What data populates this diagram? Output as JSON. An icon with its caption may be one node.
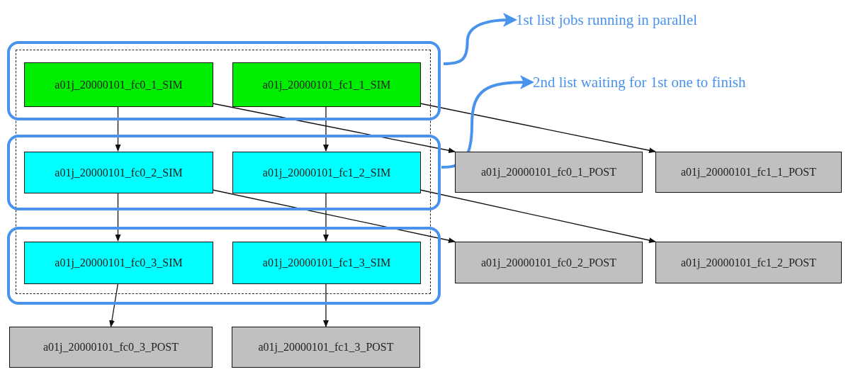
{
  "diagram": {
    "nodes": [
      {
        "text": [],
        "shape": "box"
      },
      {
        "text": [
          "a01j_20000101_fc0_1_SIM"
        ],
        "in": 0
      },
      {
        "text": [
          "a01j_20000101_fc1_1_SIM"
        ],
        "in": 0
      },
      {
        "text": [
          "a01j_20000101_fc0_2_SIM"
        ],
        "in": 0
      },
      {
        "text": [
          "a01j_20000101_fc1_2_SIM"
        ],
        "in": 0
      },
      {
        "text": [
          "a01j_20000101_fc0_3_SIM"
        ],
        "in": 0
      },
      {
        "text": [
          "a01j_20000101_fc1_3_SIM"
        ],
        "in": 0
      },
      {
        "text": [
          "1st list jobs running in parallel"
        ]
      },
      {
        "text": [
          "2nd list waiting for 1st one to finish"
        ]
      },
      {
        "text": [
          "a01j_20000101_fc0_1_POST"
        ]
      },
      {
        "text": [
          "a01j_20000101_fc1_1_POST"
        ]
      },
      {
        "text": [
          "a01j_20000101_fc0_2_POST"
        ]
      },
      {
        "text": [
          "a01j_20000101_fc1_2_POST"
        ]
      },
      {
        "text": [
          "a01j_20000101_fc0_3_POST"
        ]
      },
      {
        "text": [
          "a01j_20000101_fc1_3_POST"
        ]
      }
    ],
    "edges": [
      {
        "from": 1,
        "to": 3,
        "arrow": "to"
      },
      {
        "from": 2,
        "to": 4,
        "arrow": "to"
      },
      {
        "from": 3,
        "to": 5,
        "arrow": "to"
      },
      {
        "from": 4,
        "to": 6,
        "arrow": "to"
      },
      {
        "from": 5,
        "to": 13,
        "arrow": "to"
      },
      {
        "from": 6,
        "to": 14,
        "arrow": "to"
      },
      {
        "from": 1,
        "to": 9,
        "arrow": "to"
      },
      {
        "from": 2,
        "to": 10,
        "arrow": "to"
      },
      {
        "from": 3,
        "to": 11,
        "arrow": "to"
      },
      {
        "from": 4,
        "to": 12,
        "arrow": "to"
      },
      {
        "from": null,
        "to": 7,
        "arrow": "to",
        "style": "thick",
        "color": "#4a93ec"
      },
      {
        "from": null,
        "to": 8,
        "arrow": "to",
        "style": "thick",
        "color": "#4a93ec"
      }
    ]
  }
}
